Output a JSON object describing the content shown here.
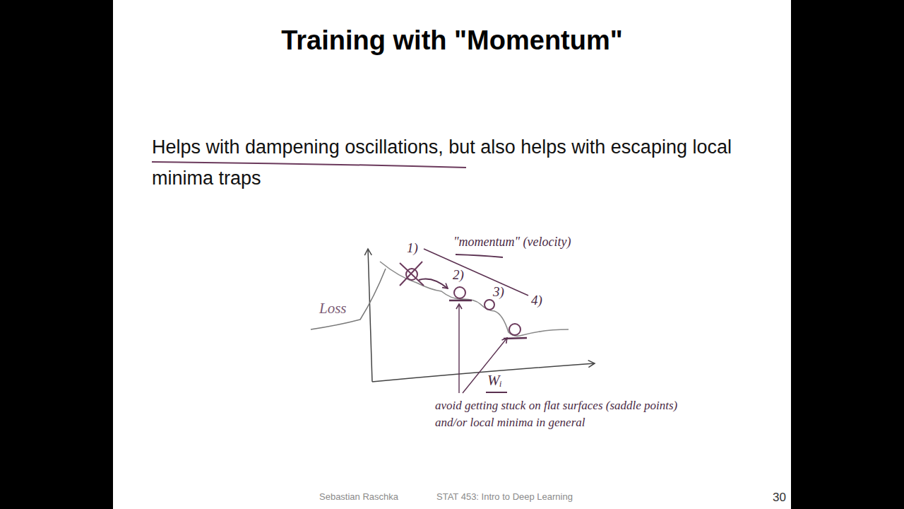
{
  "diagram": {
    "title": "Training with \"Momentum\"",
    "labels": [
      "Helps with dampening oscillations, but also helps with escaping local minima traps",
      "1)",
      "2)",
      "3)",
      "4)",
      "\"momentum\" (velocity)",
      "Loss",
      "Wᵢ",
      "avoid getting stuck on flat surfaces (saddle points) and/or local minima in general",
      "Sebastian Raschka",
      "STAT 453: Intro to Deep Learning",
      "30"
    ]
  }
}
